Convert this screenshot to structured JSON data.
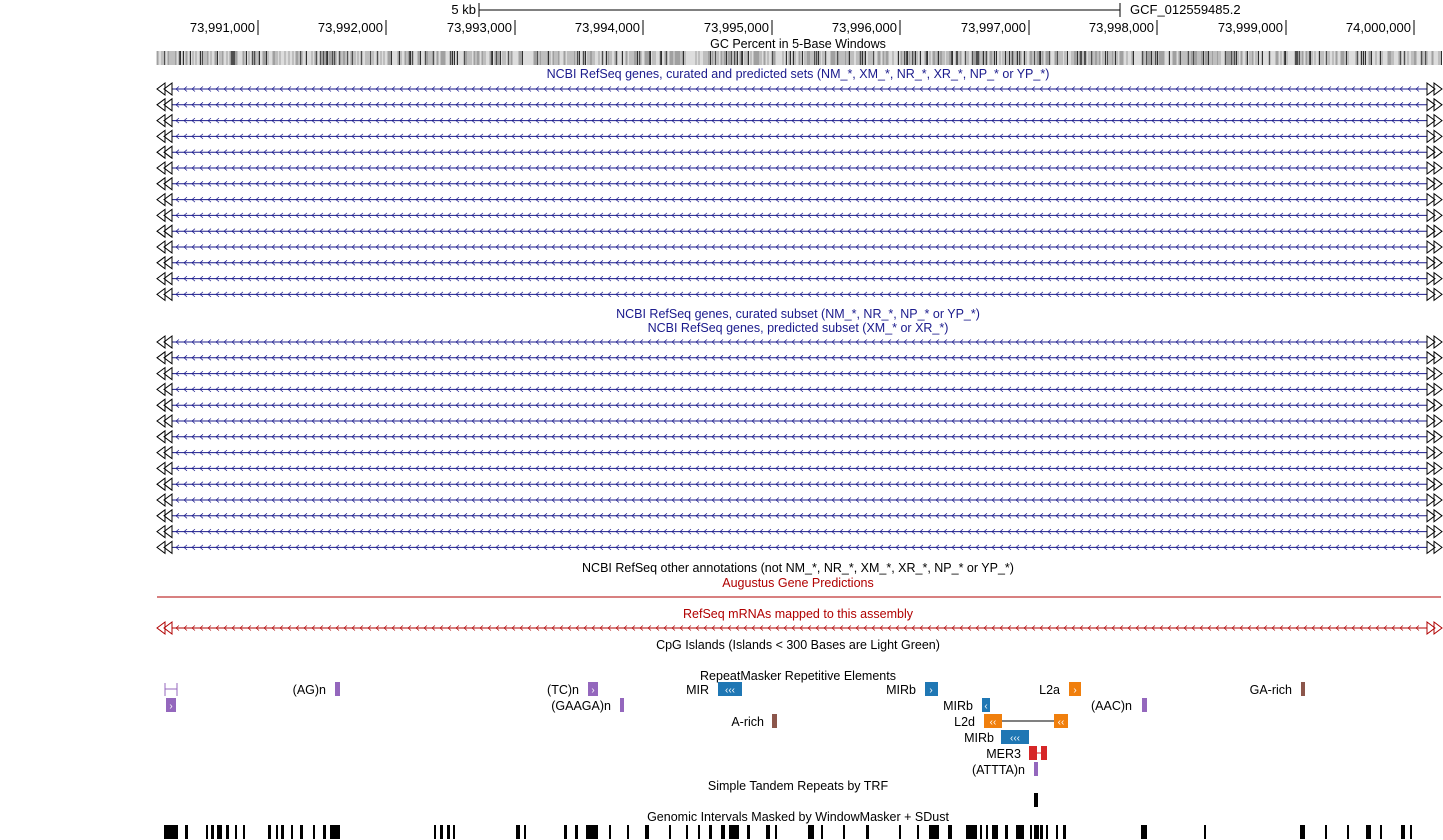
{
  "header": {
    "scale_label": "5 kb",
    "assembly": "GCF_012559485.2"
  },
  "ruler": {
    "ticks": [
      "73,991,000",
      "73,992,000",
      "73,993,000",
      "73,994,000",
      "73,995,000",
      "73,996,000",
      "73,997,000",
      "73,998,000",
      "73,999,000",
      "74,000,000"
    ]
  },
  "colors": {
    "refseq": "#1a1a8c",
    "augustus": "#b00000",
    "rmask_sine": "#1f77b4",
    "rmask_line": "#f07f0d",
    "rmask_dna": "#d62728",
    "rmask_simple": "#9467bd",
    "rmask_lowcomplexity": "#8c564b"
  },
  "tracks": {
    "gc_percent": {
      "title": "GC Percent in 5-Base Windows"
    },
    "refseq_all": {
      "title": "NCBI RefSeq genes, curated and predicted sets (NM_*, XM_*, NR_*, XR_*, NP_* or YP_*)",
      "row_count": 14
    },
    "refseq_curated": {
      "title": "NCBI RefSeq genes, curated subset (NM_*, NR_*, NP_* or YP_*)"
    },
    "refseq_predicted": {
      "title": "NCBI RefSeq genes, predicted subset (XM_* or XR_*)",
      "row_count": 14
    },
    "refseq_other": {
      "title": "NCBI RefSeq other annotations (not NM_*, NR_*, XM_*, XR_*, NP_* or YP_*)"
    },
    "augustus": {
      "title": "Augustus Gene Predictions"
    },
    "refseq_mrna": {
      "title": "RefSeq mRNAs mapped to this assembly"
    },
    "cpg": {
      "title": "CpG Islands (Islands < 300 Bases are Light Green)"
    },
    "rmsk": {
      "title": "RepeatMasker Repetitive Elements",
      "labels": [
        "(AG)n",
        "(TC)n",
        "MIR",
        "MIRb",
        "L2a",
        "GA-rich",
        "(GAAGA)n",
        "MIRb",
        "(AAC)n",
        "A-rich",
        "L2d",
        "MIRb",
        "MER3",
        "(ATTTA)n"
      ]
    },
    "trf": {
      "title": "Simple Tandem Repeats by TRF"
    },
    "windowmasker": {
      "title": "Genomic Intervals Masked by WindowMasker + SDust"
    }
  }
}
